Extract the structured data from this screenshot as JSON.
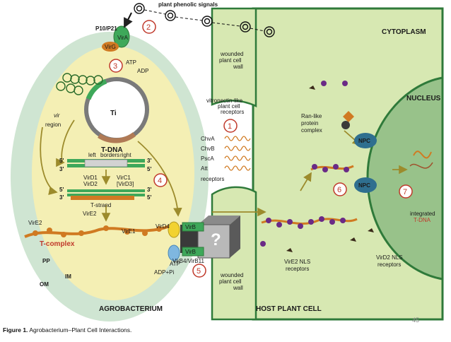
{
  "labels": {
    "plant_phenolic_signals": "plant phenolic signals",
    "p10_p21": "P10/P21",
    "vira": "VirA",
    "virg": "VirG",
    "atp": "ATP",
    "adp": "ADP",
    "ti": "Ti",
    "vir": "vir",
    "region": "region",
    "t_dna": "T-DNA",
    "five_prime": "5'",
    "three_prime": "3'",
    "left": "left",
    "borders": "borders",
    "right": "right",
    "vird1": "VirD1",
    "vird2": "VirD2",
    "virc1": "VirC1",
    "vird3": "[VirD3]",
    "t_strand": "T-strand",
    "vire2": "VirE2",
    "vire1": "VirE1",
    "t_complex": "T-complex",
    "vird4": "VirD4",
    "virb": "VirB",
    "virb4_virb11": "VirB4/VirB11",
    "adp_pi": "ADP+Pi",
    "pp": "PP",
    "om": "OM",
    "im": "IM",
    "agrobacterium": "AGROBACTERIUM",
    "wounded_1": "wounded",
    "wounded_2": "plant cell",
    "wounded_3": "wall",
    "vitronectin_1": "vitronectin-like",
    "vitronectin_2": "plant cell",
    "vitronectin_3": "receptors",
    "chva": "ChvA",
    "chvb": "ChvB",
    "psca": "PscA",
    "att": "Att",
    "receptors": "receptors",
    "cytoplasm": "CYTOPLASM",
    "nucleus": "NUCLEUS",
    "ran_1": "Ran-like",
    "ran_2": "protein",
    "ran_3": "complex",
    "npc": "NPC",
    "integrated_1": "integrated",
    "integrated_2": "T-DNA",
    "vire2_nls_1": "VirE2 NLS",
    "vire2_nls_2": "receptors",
    "vird2_nls_1": "VirD2 NLS",
    "vird2_nls_2": "receptors",
    "host_plant_cell": "HOST PLANT CELL",
    "question": "?"
  },
  "steps": [
    "1",
    "2",
    "3",
    "4",
    "5",
    "6",
    "7"
  ],
  "caption": {
    "prefix": "Figure 1.",
    "text": "Agrobacterium–Plant Cell Interactions."
  },
  "page_number": "45",
  "colors": {
    "bacterium_outer": "#cfe5d2",
    "bacterium_inner": "#f4efb4",
    "plant_cell": "#d7e8b2",
    "nucleus": "#98c28a",
    "green_frame": "#2f7a3a",
    "accent_red": "#c0392b",
    "arrow_olive": "#9c8b2c",
    "protein_purple": "#6a2a86",
    "dna_orange": "#d07a22"
  }
}
